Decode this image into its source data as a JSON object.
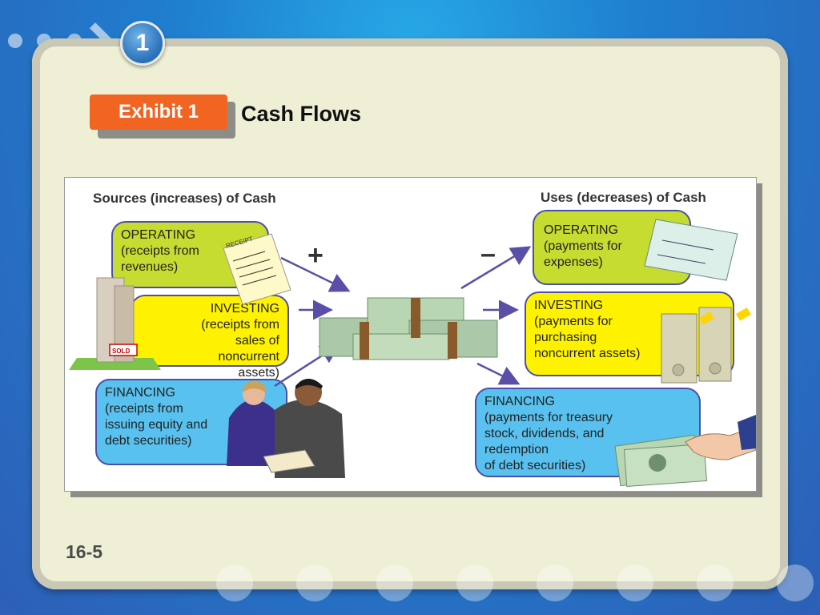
{
  "slide": {
    "number_badge": "1",
    "exhibit_label": "Exhibit 1",
    "title": "Cash Flows",
    "page_number": "16-5"
  },
  "diagram": {
    "sources_heading": "Sources (increases) of Cash",
    "uses_heading": "Uses (decreases) of Cash",
    "plus_sign": "+",
    "minus_sign": "–",
    "sources": {
      "operating": "OPERATING\n(receipts from\nrevenues)",
      "investing": "INVESTING\n(receipts from sales of\nnoncurrent assets)",
      "financing": "FINANCING\n(receipts from\nissuing equity and\ndebt securities)"
    },
    "uses": {
      "operating": "OPERATING\n(payments for\nexpenses)",
      "investing": "INVESTING\n(payments for\npurchasing\nnoncurrent assets)",
      "financing": "FINANCING\n(payments for treasury\nstock, dividends, and\nredemption\nof debt securities)"
    },
    "illustration_labels": {
      "receipt": "RECEIPT",
      "sold_sign": "SOLD"
    }
  },
  "colors": {
    "green_box": "#c6dc30",
    "yellow_box": "#fff200",
    "blue_box": "#58c1ef",
    "box_border": "#4b4fa8",
    "exhibit_orange": "#f26422",
    "arrow": "#5a4fa8"
  }
}
